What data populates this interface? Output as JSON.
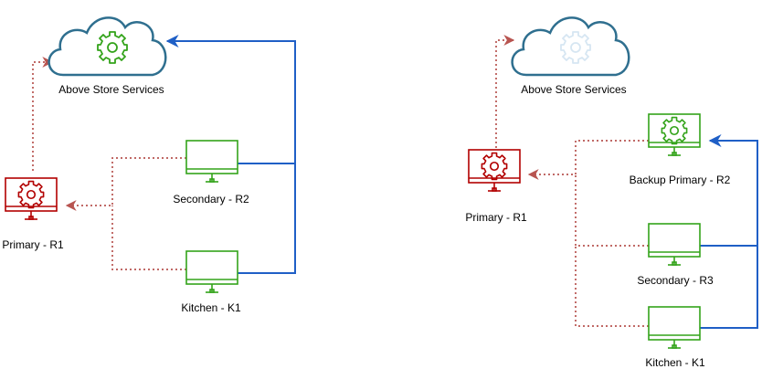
{
  "colors": {
    "cloud_stroke": "#2f6f8f",
    "gear_active": "#33a31a",
    "gear_inactive": "#d6e6f2",
    "primary": "#b20000",
    "terminal": "#33a31a",
    "connection_solid": "#1f5fc6",
    "connection_dotted": "#b85450"
  },
  "left": {
    "cloud_label": "Above Store Services",
    "primary_label": "Primary - R1",
    "secondary_label": "Secondary - R2",
    "kitchen_label": "Kitchen - K1"
  },
  "right": {
    "cloud_label": "Above Store Services",
    "primary_label": "Primary - R1",
    "backup_label": "Backup Primary - R2",
    "secondary_label": "Secondary - R3",
    "kitchen_label": "Kitchen - K1"
  }
}
